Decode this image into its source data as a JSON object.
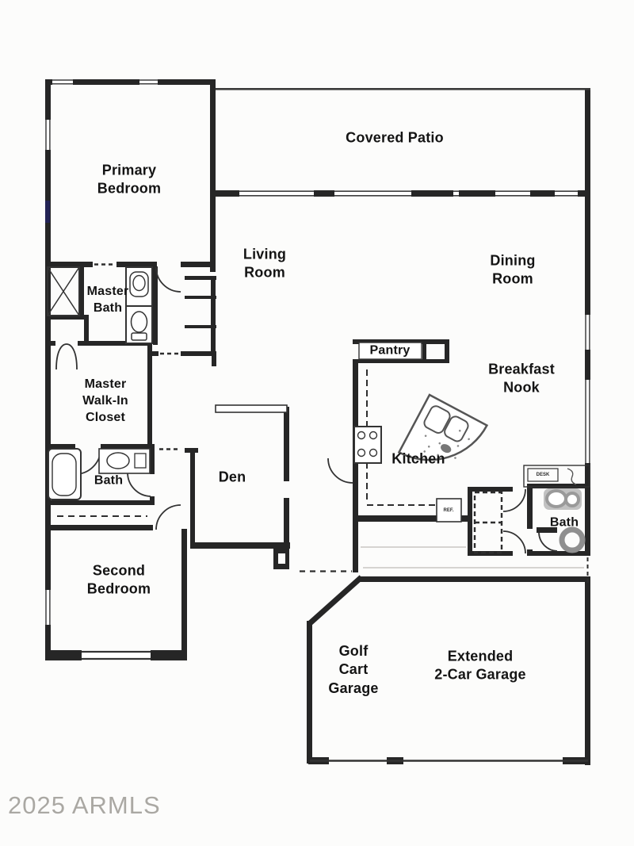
{
  "watermark": "2025 ARMLS",
  "rooms": {
    "covered_patio": {
      "label": "Covered Patio"
    },
    "primary_bedroom": {
      "label": "Primary\nBedroom"
    },
    "living_room": {
      "label": "Living\nRoom"
    },
    "dining_room": {
      "label": "Dining\nRoom"
    },
    "master_bath": {
      "label": "Master\nBath"
    },
    "master_walk_in_closet": {
      "label": "Master\nWalk-In\nCloset"
    },
    "bath_left": {
      "label": "Bath"
    },
    "second_bedroom": {
      "label": "Second\nBedroom"
    },
    "den": {
      "label": "Den"
    },
    "pantry": {
      "label": "Pantry"
    },
    "kitchen": {
      "label": "Kitchen"
    },
    "breakfast_nook": {
      "label": "Breakfast\nNook"
    },
    "bath_right": {
      "label": "Bath"
    },
    "golf_cart_garage": {
      "label": "Golf\nCart\nGarage"
    },
    "extended_2car_garage": {
      "label": "Extended\n2-Car Garage"
    }
  },
  "appliances": {
    "refrigerator": "REF.",
    "desk": "DESK"
  },
  "fixture_icons": [
    "shower-icon",
    "toilet-icon",
    "sink-icon",
    "bathtub-icon",
    "stove-icon",
    "kitchen-island-icon",
    "washer-dryer-icon",
    "door-arc-icon",
    "window-icon"
  ],
  "colors": {
    "wall": "#262626",
    "window_line": "#3f3f3f",
    "fixture_gray": "#8f8f8f",
    "watermark": "#aaa8a3",
    "background": "#fcfcfb"
  }
}
